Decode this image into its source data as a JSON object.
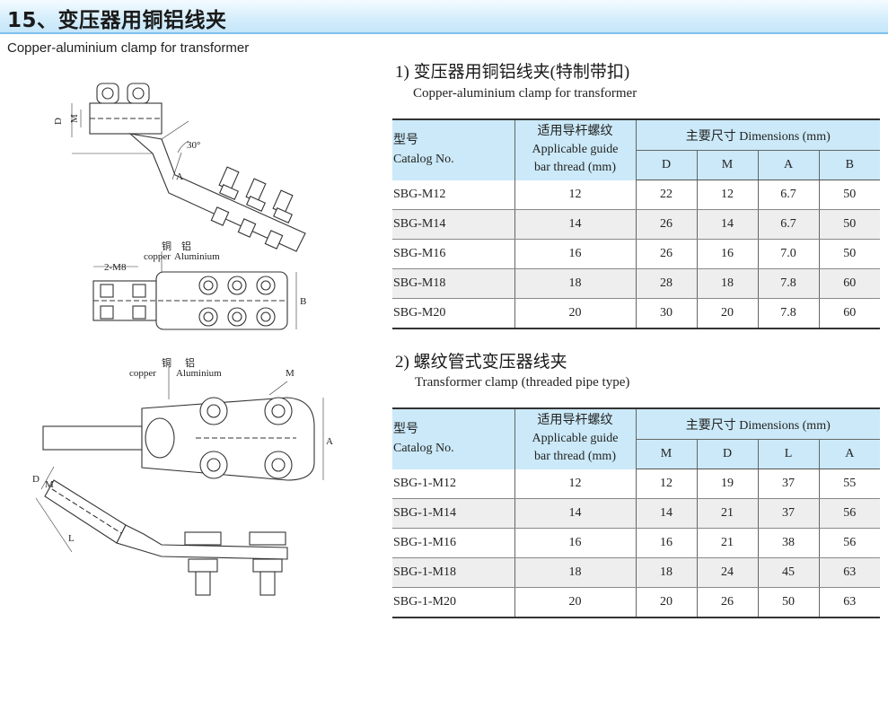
{
  "header": {
    "title": "15、变压器用铜铝线夹",
    "subtitle": "Copper-aluminium  clamp for transformer"
  },
  "drawing_labels": {
    "d": "D",
    "m": "M",
    "a": "A",
    "b": "B",
    "l": "L",
    "copper_cn": "铜",
    "aluminium_cn": "铝",
    "copper": "copper",
    "aluminium": "Aluminium",
    "bolt_spec": "2-M8",
    "angle": "30°"
  },
  "section1": {
    "title": "1) 变压器用铜铝线夹(特制带扣)",
    "subtitle": "Copper-aluminium  clamp for transformer",
    "hdr_model_cn": "型号",
    "hdr_model_en": "Catalog No.",
    "hdr_guide_cn": "适用导杆螺纹",
    "hdr_guide_en1": "Applicable guide",
    "hdr_guide_en2": "bar thread (mm)",
    "hdr_dims": "主要尺寸 Dimensions (mm)",
    "cols": [
      "D",
      "M",
      "A",
      "B"
    ],
    "rows": [
      [
        "SBG-M12",
        "12",
        "22",
        "12",
        "6.7",
        "50"
      ],
      [
        "SBG-M14",
        "14",
        "26",
        "14",
        "6.7",
        "50"
      ],
      [
        "SBG-M16",
        "16",
        "26",
        "16",
        "7.0",
        "50"
      ],
      [
        "SBG-M18",
        "18",
        "28",
        "18",
        "7.8",
        "60"
      ],
      [
        "SBG-M20",
        "20",
        "30",
        "20",
        "7.8",
        "60"
      ]
    ]
  },
  "section2": {
    "title": "2) 螺纹管式变压器线夹",
    "subtitle": "Transformer clamp (threaded pipe type)",
    "hdr_model_cn": "型号",
    "hdr_model_en": "Catalog No.",
    "hdr_guide_cn": "适用导杆螺纹",
    "hdr_guide_en1": "Applicable guide",
    "hdr_guide_en2": "bar thread (mm)",
    "hdr_dims": "主要尺寸 Dimensions (mm)",
    "cols": [
      "M",
      "D",
      "L",
      "A"
    ],
    "rows": [
      [
        "SBG-1-M12",
        "12",
        "12",
        "19",
        "37",
        "55"
      ],
      [
        "SBG-1-M14",
        "14",
        "14",
        "21",
        "37",
        "56"
      ],
      [
        "SBG-1-M16",
        "16",
        "16",
        "21",
        "38",
        "56"
      ],
      [
        "SBG-1-M18",
        "18",
        "18",
        "24",
        "45",
        "63"
      ],
      [
        "SBG-1-M20",
        "20",
        "20",
        "26",
        "50",
        "63"
      ]
    ]
  }
}
